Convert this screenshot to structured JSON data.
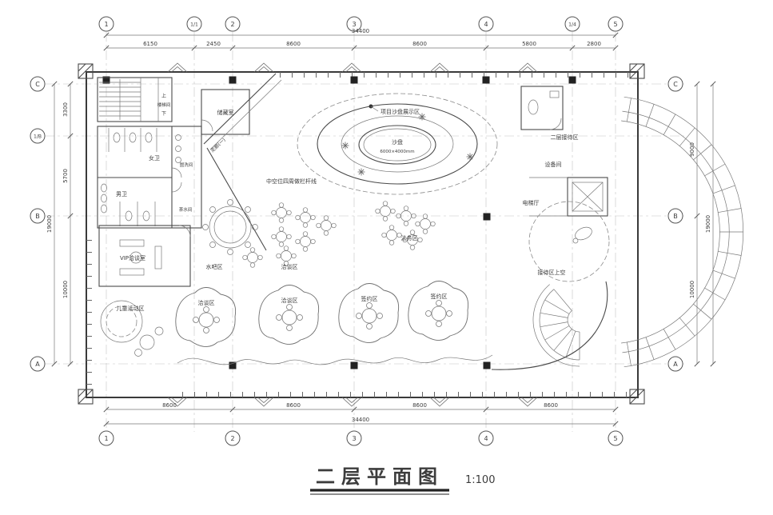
{
  "title": {
    "text": "二层平面图",
    "scale": "1:100"
  },
  "grid": {
    "top": [
      "1",
      "1/1",
      "2",
      "3",
      "4",
      "1/4",
      "5"
    ],
    "bottom": [
      "1",
      "2",
      "3",
      "4",
      "5"
    ],
    "left": [
      "C",
      "1/B",
      "B",
      "A"
    ],
    "right": [
      "C",
      "B",
      "A"
    ]
  },
  "dims": {
    "top_total": "34400",
    "top_segs": [
      "6150",
      "2450",
      "8600",
      "8600",
      "5800",
      "2800"
    ],
    "bottom_segs": [
      "8600",
      "8600",
      "8600",
      "8600"
    ],
    "bottom_total": "34400",
    "left_segs": [
      "3300",
      "5700",
      "10000"
    ],
    "left_total": "19000",
    "right_segs": [
      "9000",
      "10000"
    ],
    "right_total": "19000"
  },
  "rooms": {
    "stair": "楼梯间",
    "up": "上",
    "down": "下",
    "storage": "储藏室",
    "corridor": "走廊(一)",
    "women": "女卫",
    "men": "男卫",
    "wash": "盥洗间",
    "tea": "茶水间",
    "vip": "VIP洽谈室",
    "water_bar": "水吧区",
    "kids": "儿童活动区",
    "talks": [
      "洽谈区",
      "洽谈区",
      "洽谈区"
    ],
    "signs": [
      "签约区",
      "签约区"
    ],
    "legal": "法务区",
    "sand_table": "沙盘",
    "sand_size": "6000×4000mm",
    "sand_note": "项目沙盘展示区",
    "void_note": "中空位四周做栏杆线",
    "reception2": "二层接待区",
    "equipment": "设备间",
    "elevator": "电梯厅",
    "reception_void": "接待区上空"
  }
}
